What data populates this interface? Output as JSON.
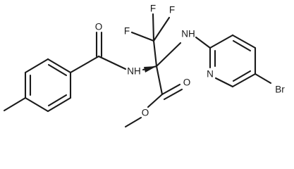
{
  "molecule": {
    "atom_labels": {
      "o_amide": "O",
      "nh_amide": "NH",
      "f_left": "F",
      "f_top": "F",
      "f_right": "F",
      "nh_amine": "NH",
      "n_pyridine": "N",
      "br": "Br",
      "o_carbonyl": "O",
      "o_ester": "O"
    }
  }
}
